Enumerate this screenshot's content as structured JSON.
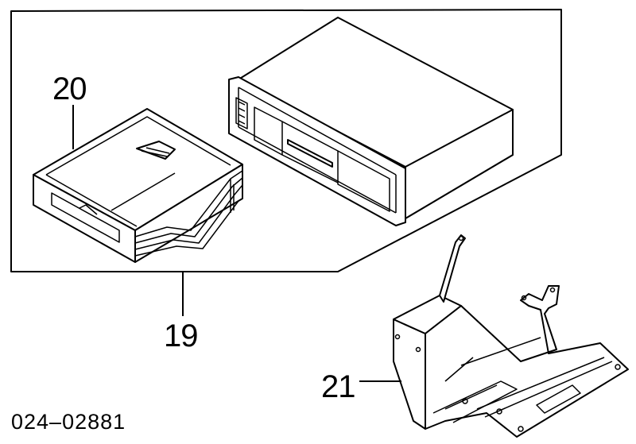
{
  "callouts": {
    "cd_magazine": "20",
    "cd_changer_group": "19",
    "bracket": "21"
  },
  "document_number": "024–02881"
}
